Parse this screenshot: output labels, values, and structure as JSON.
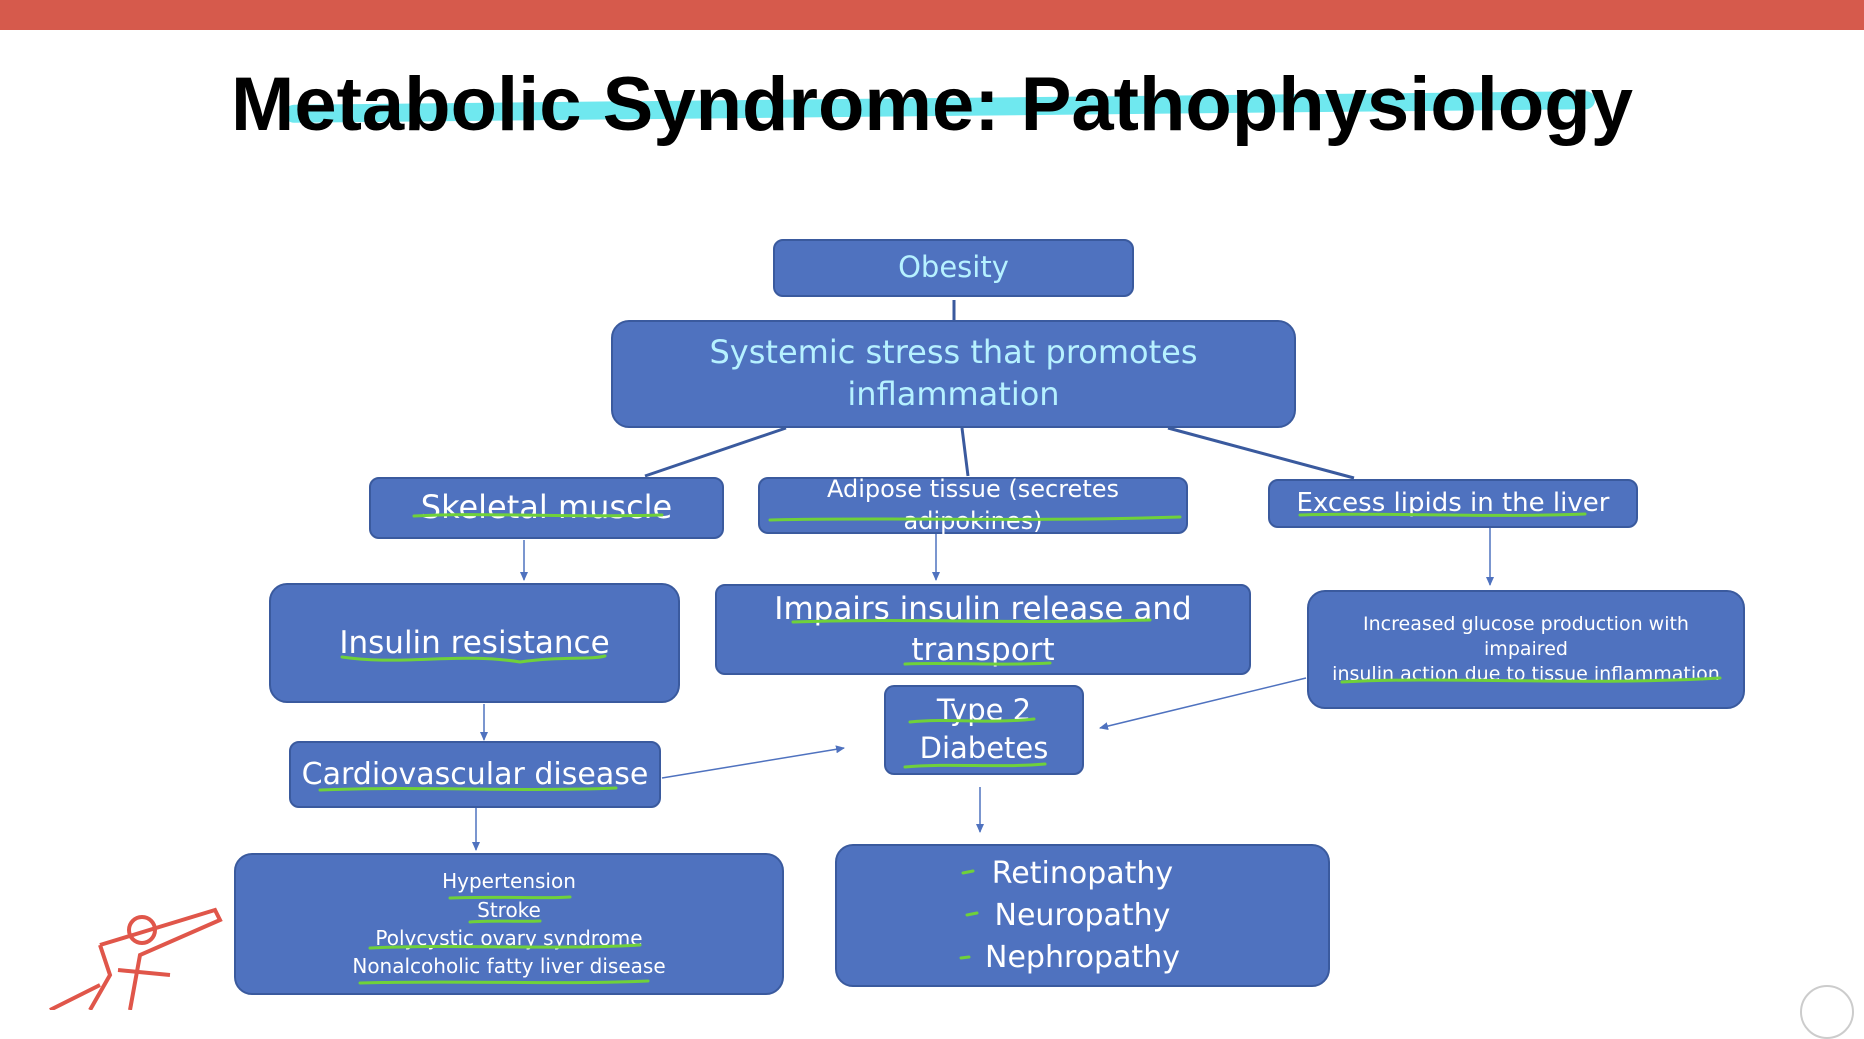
{
  "slide": {
    "title": "Metabolic Syndrome: Pathophysiology"
  },
  "nodes": {
    "obesity": "Obesity",
    "systemic_stress": [
      "Systemic stress that promotes",
      "inflammation"
    ],
    "skeletal_muscle": "Skeletal muscle",
    "adipose_tissue": "Adipose tissue (secretes adipokines)",
    "excess_lipids": "Excess lipids in the liver",
    "insulin_resistance": "Insulin resistance",
    "impairs_insulin": [
      "Impairs insulin release and",
      "transport"
    ],
    "increased_glucose": [
      "Increased glucose production with impaired",
      "insulin action due to tissue inflammation"
    ],
    "type2_diabetes": [
      "Type 2",
      "Diabetes"
    ],
    "cardiovascular_disease": "Cardiovascular disease",
    "cvd_outcomes": [
      "Hypertension",
      "Stroke",
      "Polycystic ovary syndrome",
      "Nonalcoholic fatty liver disease"
    ],
    "diabetes_complications": [
      "Retinopathy",
      "Neuropathy",
      "Nephropathy"
    ]
  },
  "colors": {
    "node_fill": "#4f72bf",
    "node_text": "#ffffff",
    "highlight_text": "#b6f1ff",
    "connector": "#3a5a9e",
    "annotation": "#6fd13a",
    "title_highlight": "#6fe8ef",
    "top_band": "#d65a4c"
  }
}
